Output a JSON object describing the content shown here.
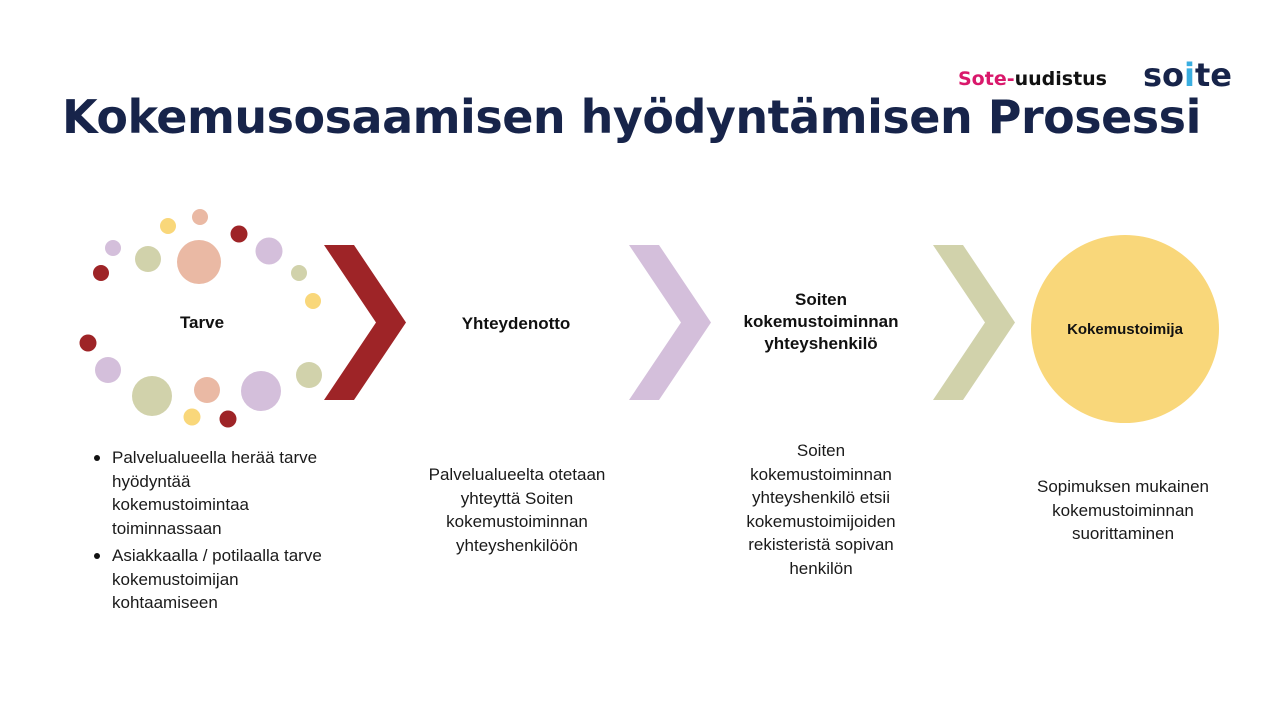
{
  "title": "Kokemusosaamisen hyödyntämisen Prosessi",
  "brand": {
    "sote": "Sote-",
    "uudistus": "uudistus"
  },
  "logo": {
    "part1": "so",
    "part2": "i",
    "part3": "te"
  },
  "colors": {
    "dark_red": "#9e2427",
    "lilac": "#d4bfdb",
    "olive": "#d1d2ab",
    "yellow": "#f9d77a",
    "peach": "#eab9a4",
    "navy": "#17244a",
    "pink": "#d9186b"
  },
  "steps": [
    {
      "label": "Tarve",
      "bullets": [
        "Palvelualueella herää tarve hyödyntää kokemustoimintaa toiminnassaan",
        "Asiakkaalla / potilaalla tarve kokemustoimijan kohtaamiseen"
      ]
    },
    {
      "label": "Yhteydenotto",
      "description": "Palvelualueelta otetaan yhteyttä Soiten kokemustoiminnan yhteyshenkilöön"
    },
    {
      "label": "Soiten kokemustoiminnan yhteyshenkilö",
      "description": "Soiten kokemustoiminnan yhteyshenkilö etsii kokemustoimijoiden rekisteristä sopivan henkilön"
    },
    {
      "label": "Kokemustoimija",
      "description": "Sopimuksen mukainen kokemustoiminnan suorittaminen"
    }
  ]
}
